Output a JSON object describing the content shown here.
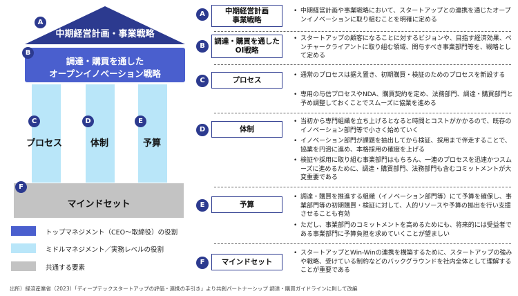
{
  "diagram": {
    "roof": {
      "badge": "A",
      "title": "中期経営計画・事業戦略"
    },
    "beam": {
      "badge": "B",
      "line1": "調達・購買を通した",
      "line2": "オープンイノベーション戦略"
    },
    "pillars": [
      {
        "badge": "C",
        "label": "プロセス"
      },
      {
        "badge": "D",
        "label": "体制"
      },
      {
        "badge": "E",
        "label": "予算"
      }
    ],
    "base": {
      "badge": "F",
      "title": "マインドセット"
    },
    "colors": {
      "top": "#4a5fce",
      "roof_dark": "#2c3a8f",
      "middle": "#b9e6f9",
      "common": "#c3c3c3"
    }
  },
  "legend": [
    {
      "label": "トップマネジメント（CEO〜取締役）の役割",
      "color": "#4a5fce"
    },
    {
      "label": "ミドルマネジメント／実務レベルの役割",
      "color": "#b9e6f9"
    },
    {
      "label": "共通する要素",
      "color": "#c3c3c3"
    }
  ],
  "rows": [
    {
      "badge": "A",
      "title1": "中期経営計画",
      "title2": "事業戦略",
      "bullets": [
        "中期経営計画や事業戦略において、スタートアップとの連携を通じたオープンイノベーションに取り組むことを明確に定める"
      ]
    },
    {
      "badge": "B",
      "title1": "調達・購買を通した",
      "title2": "OI戦略",
      "bullets": [
        "スタートアップの顧客になることに対するビジョンや、目指す経済効果、ベンチャークライアントに取り組む領域、関与すべき事業部門等を、戦略として定める"
      ]
    },
    {
      "badge": "C",
      "title1": "プロセス",
      "title2": "",
      "bullets": [
        "通常のプロセスは据え置き、初期購買・検証のためのプロセスを新設する",
        "専用の与信プロセスやNDA、購買契約を定め、法務部門、調達・購買部門と予め調整しておくことでスムーズに協業を進める"
      ]
    },
    {
      "badge": "D",
      "title1": "体制",
      "title2": "",
      "bullets": [
        "当初から専門組織を立ち上げるとなると時間とコストがかかるので、既存のイノベーション部門等で小さく始めていく",
        "イノベーション部門が課題を抽出してから検証、採用まで伴走することで、協業を円滑に進め、本格採用の確度を上げる",
        "検証や採用に取り組む事業部門はもちろん、一連のプロセスを迅速かつスムーズに進めるために、調達・購買部門、法務部門も含むコミットメントが大変重要である"
      ]
    },
    {
      "badge": "E",
      "title1": "予算",
      "title2": "",
      "bullets": [
        "調達・購買を推進する組織（イノベーション部門等）にて予算を確保し、事業部門等の初期購買・検証に対して、人的リソースや予算の拠出を行い支援させることも有効",
        "ただし、事業部門のコミットメントを高めるためにも、将来的には受益者である事業部門に予算負担を求めていくことが望ましい"
      ]
    },
    {
      "badge": "F",
      "title1": "マインドセット",
      "title2": "",
      "bullets": [
        "スタートアップとWin-Winの連携を構築するために、スタートアップの強みや戦略、受けている制約などのバックグラウンドを社内全体として理解することが重要である"
      ]
    }
  ],
  "source": "出所）経済産業省（2023）「ディープテックスタートアップの評価・連携の手引き」より共創パートナーシップ 調達・購買ガイドラインに則して改編"
}
